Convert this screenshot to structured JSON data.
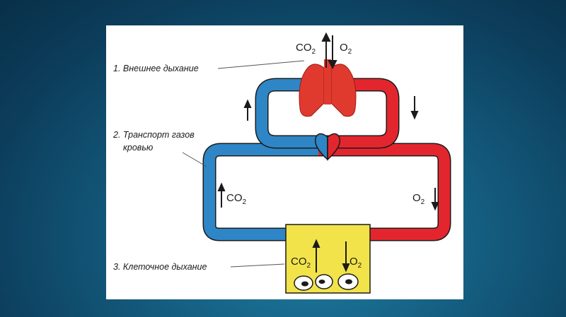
{
  "labels": {
    "external_breathing": "1. Внешнее дыхание",
    "transport_line1": "2. Транспорт газов",
    "transport_line2": "кровью",
    "cellular_breathing": "3. Клеточное дыхание"
  },
  "gases": {
    "co2_main": "CO",
    "co2_sub": "2",
    "o2_main": "O",
    "o2_sub": "2"
  },
  "colors": {
    "venous": "#2e86c6",
    "arterial": "#e3262e",
    "lungs": "#e03a2f",
    "tissue": "#f2e34a",
    "background": "#0f4d6e"
  }
}
